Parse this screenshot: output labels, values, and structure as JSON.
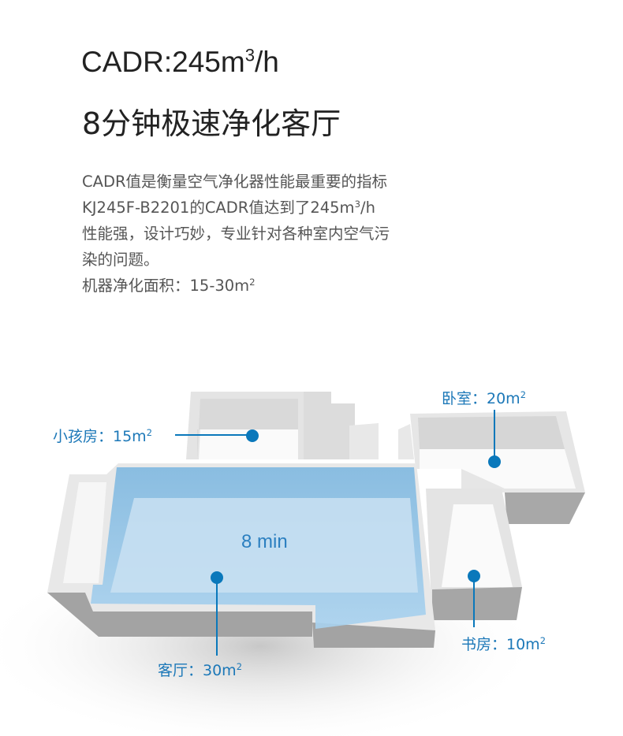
{
  "header": {
    "title_main": "CADR:245m",
    "title_sup": "3",
    "title_tail": "/h",
    "subtitle": "8分钟极速净化客厅"
  },
  "description": {
    "line1": "CADR值是衡量空气净化器性能最重要的指标",
    "line2_main": "KJ245F-B2201的CADR值达到了245m",
    "line2_sup": "3",
    "line2_tail": "/h",
    "line3": "性能强，设计巧妙，专业针对各种室内空气污",
    "line4": "染的问题。",
    "line5_main": "机器净化面积：15-30m",
    "line5_sup": "2"
  },
  "floorplan": {
    "center_label": "8 min",
    "rooms": [
      {
        "name": "小孩房：15m",
        "sup": "2"
      },
      {
        "name": "卧室：20m",
        "sup": "2"
      },
      {
        "name": "客厅：30m",
        "sup": "2"
      },
      {
        "name": "书房：10m",
        "sup": "2"
      }
    ],
    "colors": {
      "accent": "#0a78bb",
      "purified": "#6fb3e6",
      "wall": "#e6e6e6",
      "wall_side": "#a4a4a4"
    }
  }
}
